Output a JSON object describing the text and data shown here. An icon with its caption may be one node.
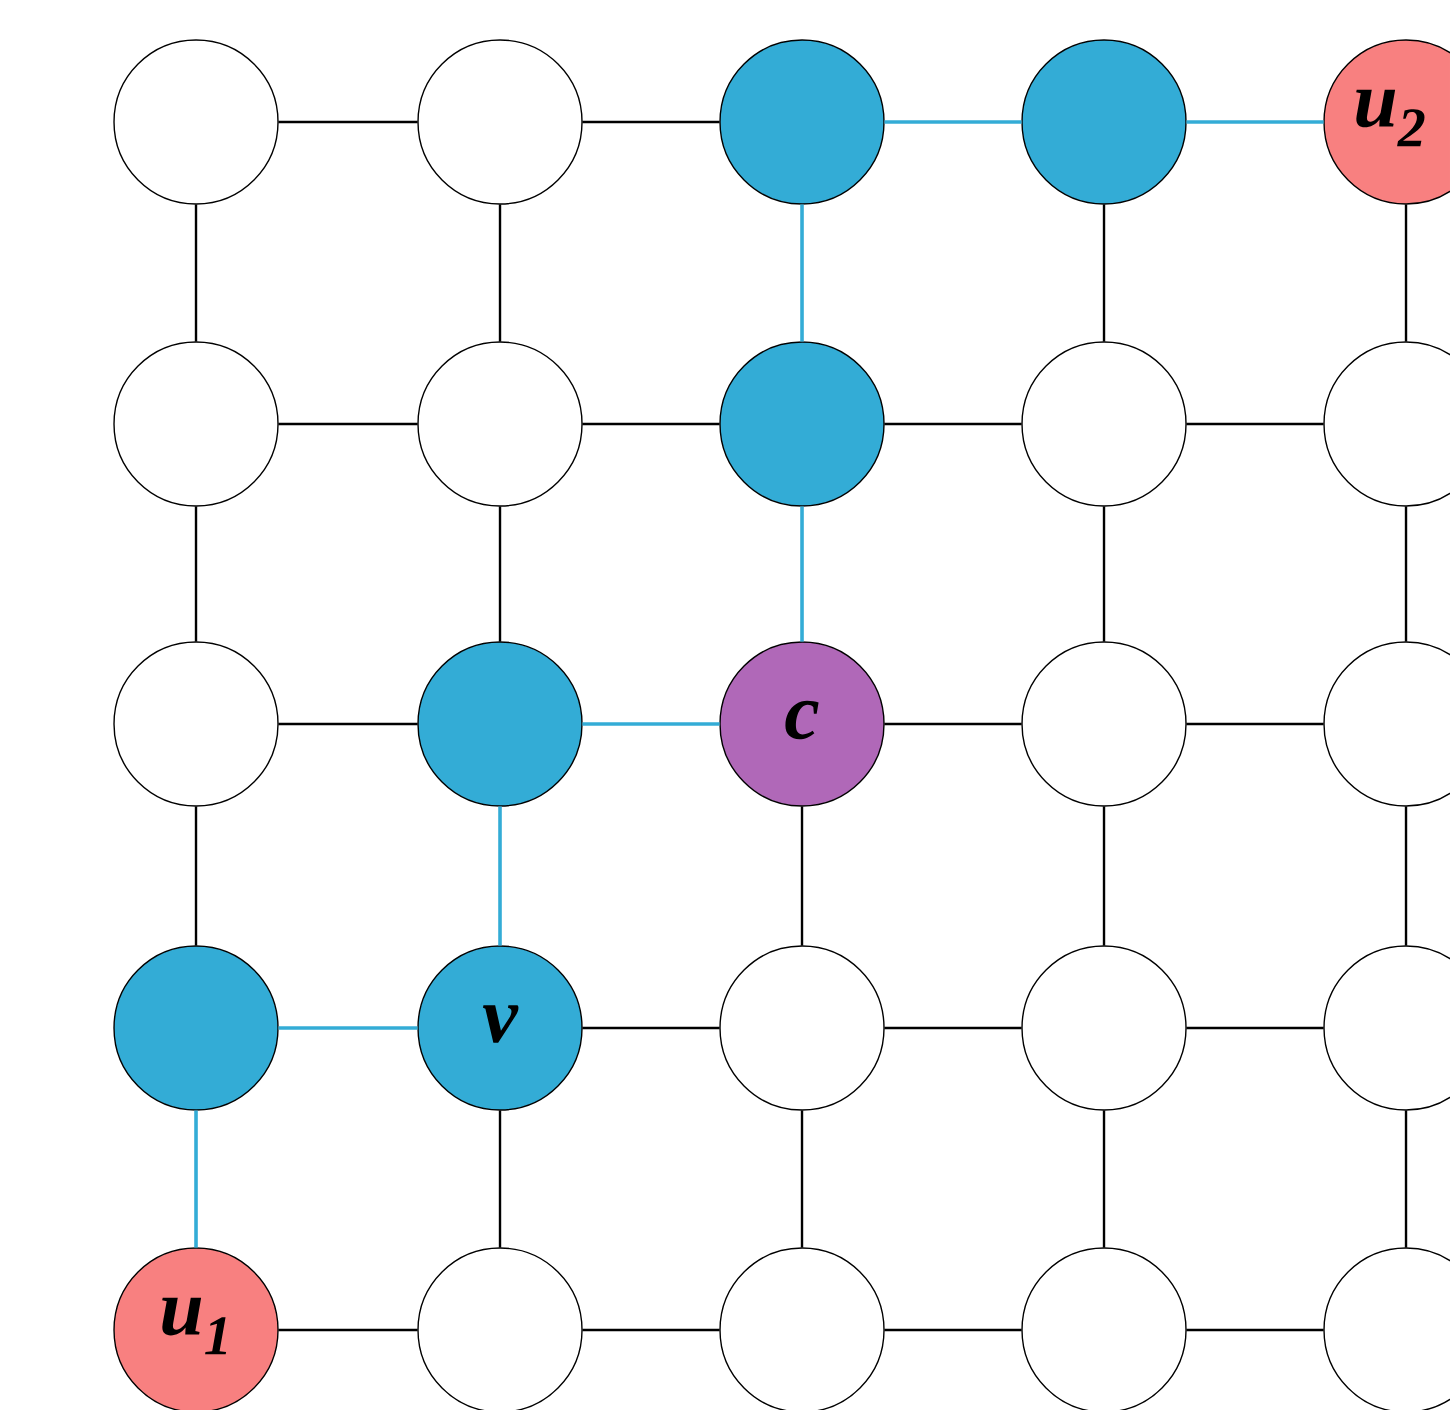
{
  "diagram": {
    "nodes": [
      {
        "text": [],
        "shape": "circle"
      },
      {
        "text": [],
        "shape": "circle"
      },
      {
        "text": [],
        "shape": "circle"
      },
      {
        "text": [],
        "shape": "circle"
      },
      {
        "text": [
          "u$_{2}$"
        ]
      },
      {
        "text": [],
        "shape": "circle"
      },
      {
        "text": [],
        "shape": "circle"
      },
      {
        "text": [],
        "shape": "circle"
      },
      {
        "text": [],
        "shape": "circle"
      },
      {
        "text": [],
        "shape": "circle"
      },
      {
        "text": [],
        "shape": "circle"
      },
      {
        "text": [],
        "shape": "circle"
      },
      {
        "text": [
          "c"
        ]
      },
      {
        "text": [],
        "shape": "circle"
      },
      {
        "text": [],
        "shape": "circle"
      },
      {
        "text": [],
        "shape": "circle"
      },
      {
        "text": [
          "v"
        ]
      },
      {
        "text": [],
        "shape": "circle"
      },
      {
        "text": [],
        "shape": "circle"
      },
      {
        "text": [],
        "shape": "circle"
      },
      {
        "text": [
          "u$_{1}$"
        ]
      },
      {
        "text": [],
        "shape": "circle"
      },
      {
        "text": [],
        "shape": "circle"
      },
      {
        "text": [],
        "shape": "circle"
      },
      {
        "text": [],
        "shape": "circle"
      }
    ],
    "edges": [
      {
        "from": 0,
        "to": 1,
        "arrow": "none"
      },
      {
        "from": 1,
        "to": 2,
        "arrow": "none"
      },
      {
        "from": 2,
        "to": 3,
        "arrow": "none",
        "color": "#33acd6"
      },
      {
        "from": 3,
        "to": 4,
        "arrow": "none",
        "color": "#33acd6"
      },
      {
        "from": 5,
        "to": 6,
        "arrow": "none"
      },
      {
        "from": 6,
        "to": 7,
        "arrow": "none"
      },
      {
        "from": 7,
        "to": 8,
        "arrow": "none"
      },
      {
        "from": 8,
        "to": 9,
        "arrow": "none"
      },
      {
        "from": 10,
        "to": 11,
        "arrow": "none"
      },
      {
        "from": 11,
        "to": 12,
        "arrow": "none",
        "color": "#33acd6"
      },
      {
        "from": 12,
        "to": 13,
        "arrow": "none"
      },
      {
        "from": 13,
        "to": 14,
        "arrow": "none"
      },
      {
        "from": 15,
        "to": 16,
        "arrow": "none",
        "color": "#33acd6"
      },
      {
        "from": 16,
        "to": 17,
        "arrow": "none"
      },
      {
        "from": 17,
        "to": 18,
        "arrow": "none"
      },
      {
        "from": 18,
        "to": 19,
        "arrow": "none"
      },
      {
        "from": 20,
        "to": 21,
        "arrow": "none"
      },
      {
        "from": 21,
        "to": 22,
        "arrow": "none"
      },
      {
        "from": 22,
        "to": 23,
        "arrow": "none"
      },
      {
        "from": 23,
        "to": 24,
        "arrow": "none"
      },
      {
        "from": 0,
        "to": 5,
        "arrow": "none"
      },
      {
        "from": 5,
        "to": 10,
        "arrow": "none"
      },
      {
        "from": 10,
        "to": 15,
        "arrow": "none"
      },
      {
        "from": 15,
        "to": 20,
        "arrow": "none",
        "color": "#33acd6"
      },
      {
        "from": 1,
        "to": 6,
        "arrow": "none"
      },
      {
        "from": 6,
        "to": 11,
        "arrow": "none"
      },
      {
        "from": 11,
        "to": 16,
        "arrow": "none",
        "color": "#33acd6"
      },
      {
        "from": 16,
        "to": 21,
        "arrow": "none"
      },
      {
        "from": 2,
        "to": 7,
        "arrow": "none",
        "color": "#33acd6"
      },
      {
        "from": 7,
        "to": 12,
        "arrow": "none",
        "color": "#33acd6"
      },
      {
        "from": 12,
        "to": 17,
        "arrow": "none"
      },
      {
        "from": 17,
        "to": 22,
        "arrow": "none"
      },
      {
        "from": 3,
        "to": 8,
        "arrow": "none"
      },
      {
        "from": 8,
        "to": 13,
        "arrow": "none"
      },
      {
        "from": 13,
        "to": 18,
        "arrow": "none"
      },
      {
        "from": 18,
        "to": 23,
        "arrow": "none"
      },
      {
        "from": 4,
        "to": 9,
        "arrow": "none"
      },
      {
        "from": 9,
        "to": 14,
        "arrow": "none"
      },
      {
        "from": 14,
        "to": 19,
        "arrow": "none"
      },
      {
        "from": 19,
        "to": 24,
        "arrow": "none"
      }
    ]
  }
}
